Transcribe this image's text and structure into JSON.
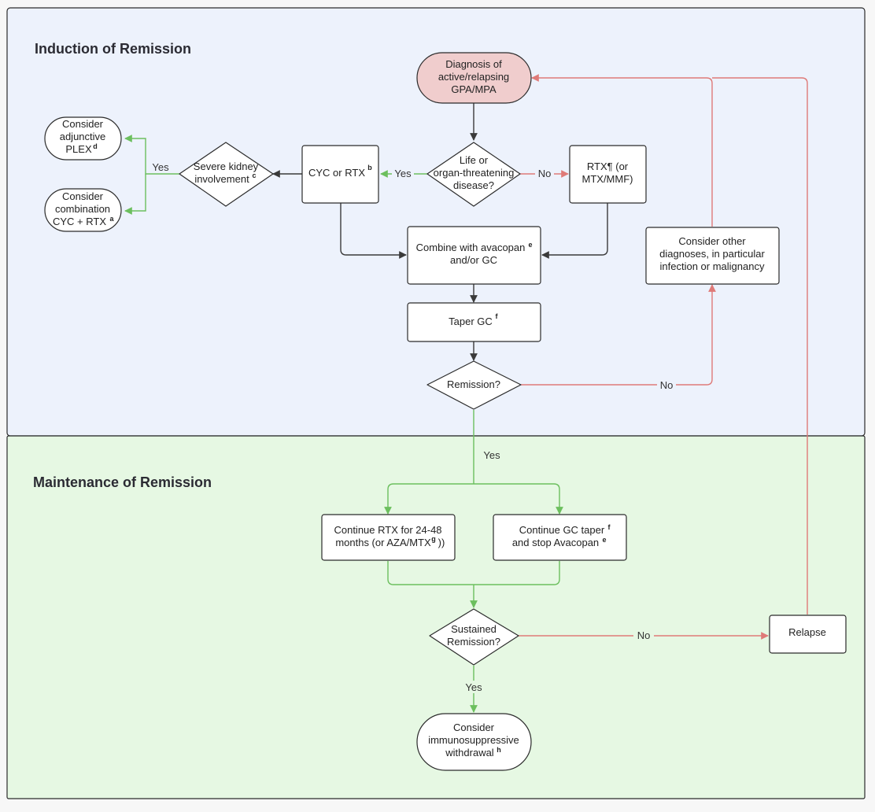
{
  "sections": {
    "induction": "Induction of Remission",
    "maintenance": "Maintenance of Remission"
  },
  "nodes": {
    "diagnosis": [
      "Diagnosis of",
      "active/relapsing",
      "GPA/MPA"
    ],
    "life_threat": [
      "Life or",
      "organ-threatening",
      "disease?"
    ],
    "cyc_rtx": {
      "text": "CYC or RTX",
      "sup": "b"
    },
    "rtx_alt": [
      "RTX¶ (or",
      "MTX/MMF)"
    ],
    "kidney": {
      "line1": "Severe kidney",
      "line2": "involvement",
      "sup": "c"
    },
    "plex": {
      "line1": "Consider",
      "line2": "adjunctive",
      "line3": "PLEX",
      "sup": "d"
    },
    "combination": {
      "line1": "Consider",
      "line2": "combination",
      "line3": "CYC + RTX",
      "sup": "a"
    },
    "avacopan": {
      "line1": "Combine with avacopan",
      "sup": "e",
      "line2": "and/or GC"
    },
    "taper": {
      "text": "Taper GC",
      "sup": "f"
    },
    "remission": "Remission?",
    "other_dx": [
      "Consider other",
      "diagnoses, in particular",
      "infection or malignancy"
    ],
    "continue_rtx": {
      "line1": "Continue RTX for 24-48",
      "line2": "months (or AZA/MTX",
      "sup": "g",
      "line2_end": "))"
    },
    "continue_gc": {
      "line1": "Continue GC taper",
      "sup1": "f",
      "line2": "and stop Avacopan",
      "sup2": "e"
    },
    "sustained": [
      "Sustained",
      "Remission?"
    ],
    "relapse": "Relapse",
    "withdrawal": {
      "line1": "Consider",
      "line2": "immunosuppressive",
      "line3": "withdrawal",
      "sup": "h"
    }
  },
  "edge_labels": {
    "yes_cyc": "Yes",
    "no_rtx": "No",
    "yes_kidney": "Yes",
    "no_remission": "No",
    "yes_remission": "Yes",
    "no_sustained": "No",
    "yes_sustained": "Yes"
  },
  "colors": {
    "induction_bg": "#edf2fc",
    "maintenance_bg": "#e6f8e3",
    "start_fill": "#f0cdcd",
    "yes_edge": "#6cbf5e",
    "no_edge": "#df7a78",
    "default_edge": "#3a3a3a"
  }
}
